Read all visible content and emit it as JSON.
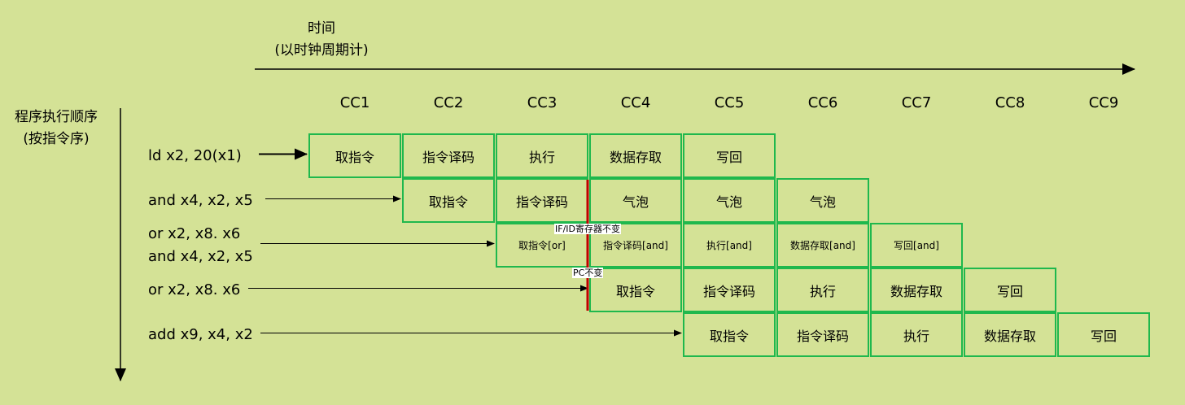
{
  "time_axis": {
    "label_line1": "时间",
    "label_line2": "(以时钟周期计)"
  },
  "order_axis": {
    "label_line1": "程序执行顺序",
    "label_line2": "(按指令序)"
  },
  "clock_cycles": [
    "CC1",
    "CC2",
    "CC3",
    "CC4",
    "CC5",
    "CC6",
    "CC7",
    "CC8",
    "CC9"
  ],
  "rows": [
    {
      "instruction": [
        "ld x2, 20(x1)"
      ],
      "start": 0,
      "small": false,
      "stages": [
        "取指令",
        "指令译码",
        "执行",
        "数据存取",
        "写回"
      ]
    },
    {
      "instruction": [
        "and x4, x2, x5"
      ],
      "start": 1,
      "small": false,
      "stages": [
        "取指令",
        "指令译码",
        "气泡",
        "气泡",
        "气泡"
      ]
    },
    {
      "instruction": [
        "or x2, x8. x6",
        "and x4, x2, x5"
      ],
      "start": 2,
      "small": true,
      "stages": [
        "取指令[or]",
        "指令译码[and]",
        "执行[and]",
        "数据存取[and]",
        "写回[and]"
      ]
    },
    {
      "instruction": [
        "or x2, x8. x6"
      ],
      "start": 3,
      "small": false,
      "stages": [
        "取指令",
        "指令译码",
        "执行",
        "数据存取",
        "写回"
      ]
    },
    {
      "instruction": [
        "add x9, x4, x2"
      ],
      "start": 4,
      "small": false,
      "stages": [
        "取指令",
        "指令译码",
        "执行",
        "数据存取",
        "写回"
      ]
    }
  ],
  "annotations": {
    "ifid_note": "IF/ID寄存器不变",
    "pc_note": "PC不变"
  },
  "colors": {
    "background": "#d4e296",
    "cell_border": "#1fb84d",
    "stall_line": "#c00000"
  }
}
